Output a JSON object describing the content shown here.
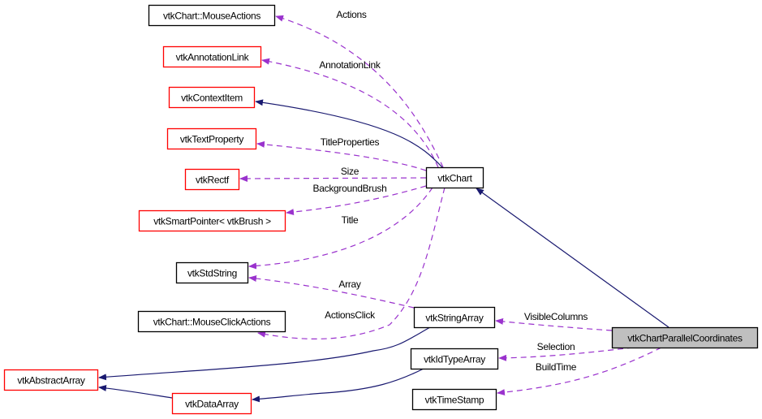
{
  "colors": {
    "inherit_edge": "#191970",
    "usage_edge": "#9a32cd",
    "documented_border": "#000000",
    "undocumented_border": "#ff0000",
    "focus_fill": "#bfbfbf"
  },
  "nodes": [
    {
      "id": "mouseactions",
      "label": "vtkChart::MouseActions",
      "border": "black"
    },
    {
      "id": "annotationlink",
      "label": "vtkAnnotationLink",
      "border": "red"
    },
    {
      "id": "contextitem",
      "label": "vtkContextItem",
      "border": "red"
    },
    {
      "id": "textproperty",
      "label": "vtkTextProperty",
      "border": "red"
    },
    {
      "id": "rectf",
      "label": "vtkRectf",
      "border": "red"
    },
    {
      "id": "smartpointer",
      "label": "vtkSmartPointer< vtkBrush >",
      "border": "red"
    },
    {
      "id": "stdstring",
      "label": "vtkStdString",
      "border": "black"
    },
    {
      "id": "mouseclickactions",
      "label": "vtkChart::MouseClickActions",
      "border": "black"
    },
    {
      "id": "abstractarray",
      "label": "vtkAbstractArray",
      "border": "red"
    },
    {
      "id": "dataarray",
      "label": "vtkDataArray",
      "border": "red"
    },
    {
      "id": "chart",
      "label": "vtkChart",
      "border": "black"
    },
    {
      "id": "stringarray",
      "label": "vtkStringArray",
      "border": "black"
    },
    {
      "id": "idtypearray",
      "label": "vtkIdTypeArray",
      "border": "black"
    },
    {
      "id": "timestamp",
      "label": "vtkTimeStamp",
      "border": "black"
    },
    {
      "id": "parallelcoordinates",
      "label": "vtkChartParallelCoordinates",
      "border": "black",
      "focus": true
    }
  ],
  "edges": [
    {
      "id": "e1",
      "from": "chart",
      "to": "mouseactions",
      "type": "usage",
      "label": "Actions"
    },
    {
      "id": "e2",
      "from": "chart",
      "to": "annotationlink",
      "type": "usage",
      "label": "AnnotationLink"
    },
    {
      "id": "e3",
      "from": "chart",
      "to": "contextitem",
      "type": "inherit",
      "label": ""
    },
    {
      "id": "e4",
      "from": "chart",
      "to": "textproperty",
      "type": "usage",
      "label": "TitleProperties"
    },
    {
      "id": "e5",
      "from": "chart",
      "to": "rectf",
      "type": "usage",
      "label": "Size"
    },
    {
      "id": "e6",
      "from": "chart",
      "to": "smartpointer",
      "type": "usage",
      "label": "BackgroundBrush"
    },
    {
      "id": "e7",
      "from": "chart",
      "to": "stdstring",
      "type": "usage",
      "label": "Title"
    },
    {
      "id": "e8",
      "from": "stringarray",
      "to": "stdstring",
      "type": "usage",
      "label": "Array"
    },
    {
      "id": "e9",
      "from": "chart",
      "to": "mouseclickactions",
      "type": "usage",
      "label": "ActionsClick"
    },
    {
      "id": "e10",
      "from": "stringarray",
      "to": "abstractarray",
      "type": "inherit",
      "label": ""
    },
    {
      "id": "e11",
      "from": "dataarray",
      "to": "abstractarray",
      "type": "inherit",
      "label": ""
    },
    {
      "id": "e12",
      "from": "idtypearray",
      "to": "dataarray",
      "type": "inherit",
      "label": ""
    },
    {
      "id": "e13",
      "from": "parallelcoordinates",
      "to": "chart",
      "type": "inherit",
      "label": ""
    },
    {
      "id": "e14",
      "from": "parallelcoordinates",
      "to": "stringarray",
      "type": "usage",
      "label": "VisibleColumns"
    },
    {
      "id": "e15",
      "from": "parallelcoordinates",
      "to": "idtypearray",
      "type": "usage",
      "label": "Selection"
    },
    {
      "id": "e16",
      "from": "parallelcoordinates",
      "to": "timestamp",
      "type": "usage",
      "label": "BuildTime"
    }
  ]
}
